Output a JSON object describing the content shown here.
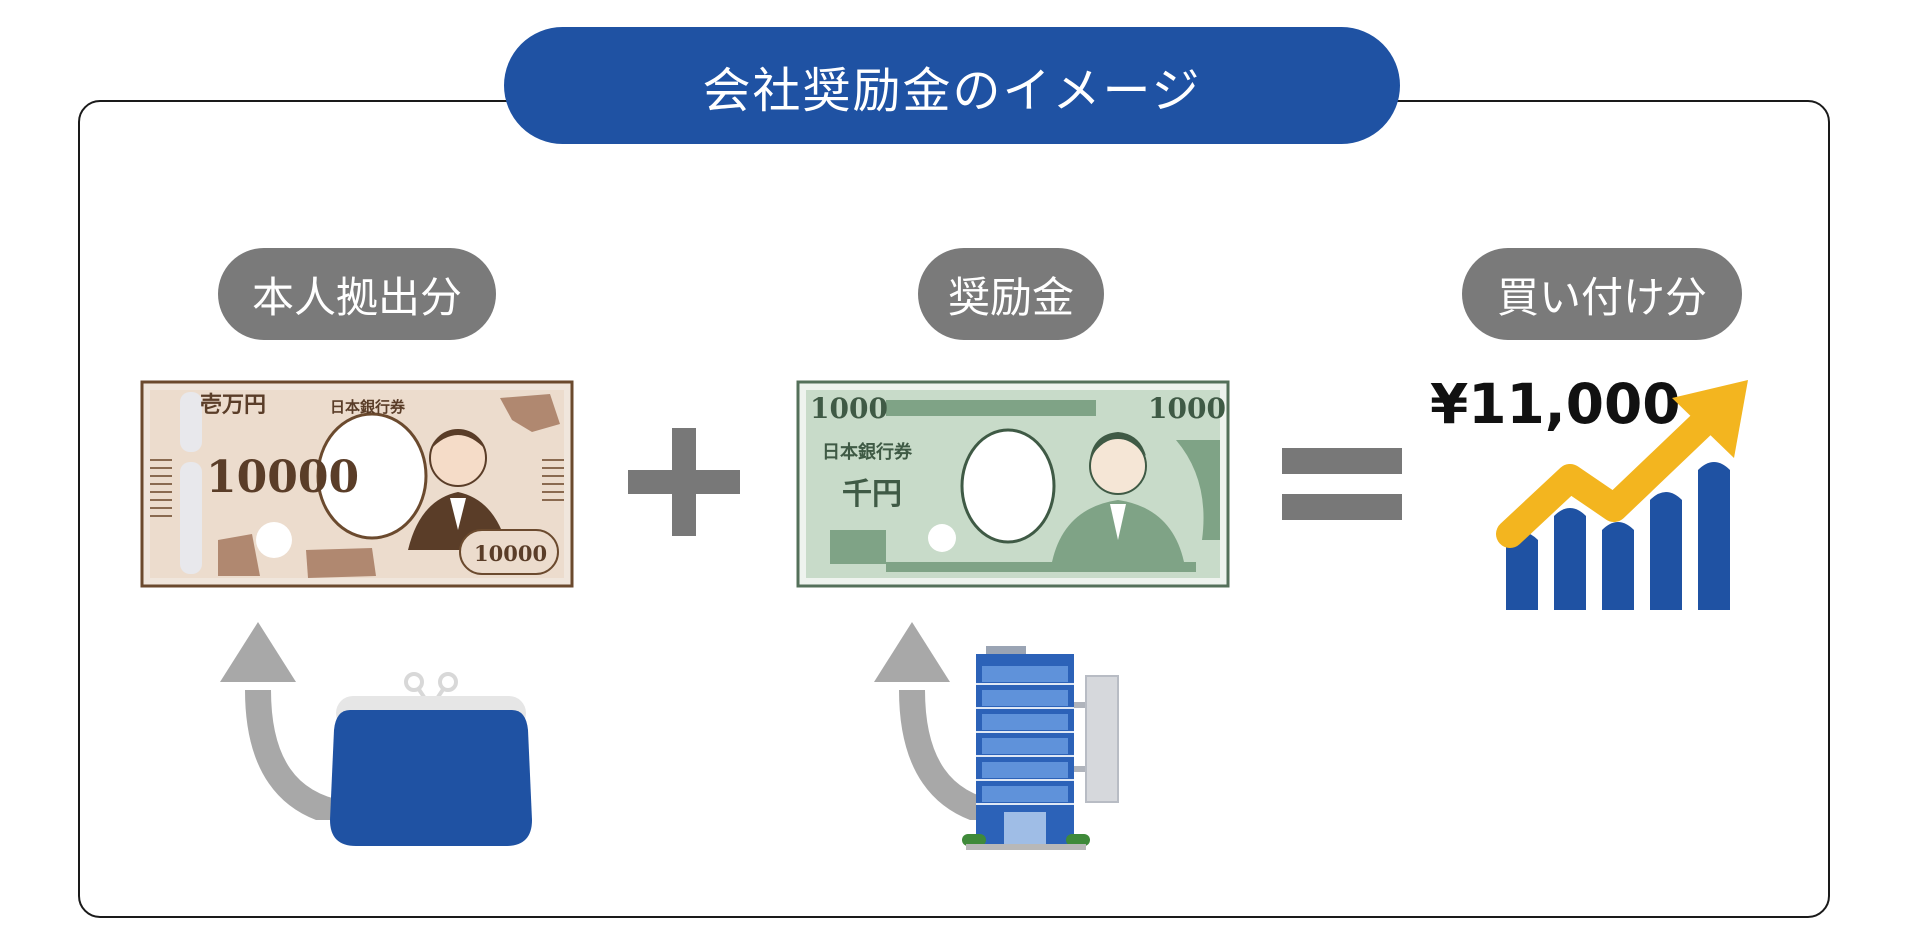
{
  "title": "会社奨励金のイメージ",
  "labels": {
    "personal": "本人拠出分",
    "incentive": "奨励金",
    "purchase": "買い付け分"
  },
  "operators": {
    "plus": "+",
    "equals": "="
  },
  "result_amount": "¥11,000",
  "bill_10000": {
    "denomination_kanji": "壱万円",
    "issuer": "日本銀行券",
    "value": "10000",
    "corner_value": "10000"
  },
  "bill_1000": {
    "value_left": "1000",
    "value_right": "1000",
    "issuer": "日本銀行券",
    "denomination_kanji": "千円"
  },
  "icons": [
    "coin-purse-icon",
    "office-building-icon",
    "rising-chart-icon",
    "curved-arrow-icon"
  ],
  "colors": {
    "brand_blue": "#1f52a3",
    "label_gray": "#7a7a7a",
    "arrow_gold": "#f3b51f"
  }
}
